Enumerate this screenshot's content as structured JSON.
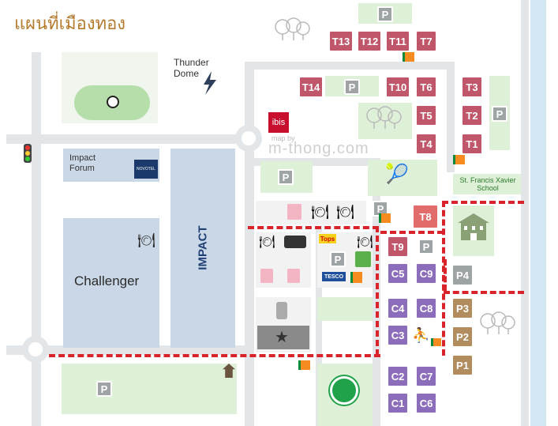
{
  "title": "แผนที่เมืองทอง",
  "watermark": {
    "line1": "map by",
    "line2": "m-thong.com"
  },
  "places": {
    "thunder_dome": "Thunder Dome",
    "impact_forum": "Impact Forum",
    "novotel": "NOVOTEL",
    "challenger": "Challenger",
    "impact": "IMPACT",
    "ibis": "ibis",
    "st_francis": "St. Francis Xavier School",
    "tops": "Tops",
    "tesco": "TESCO"
  },
  "parking_label": "P",
  "tiles": {
    "t13": "T13",
    "t12": "T12",
    "t11": "T11",
    "t7": "T7",
    "t14": "T14",
    "t10": "T10",
    "t6": "T6",
    "t3": "T3",
    "t5": "T5",
    "t2": "T2",
    "t4": "T4",
    "t1": "T1",
    "t8": "T8",
    "t9": "T9",
    "c5": "C5",
    "c9": "C9",
    "c4": "C4",
    "c8": "C8",
    "c3": "C3",
    "c2": "C2",
    "c7": "C7",
    "c1": "C1",
    "c6": "C6",
    "p4": "P4",
    "p3": "P3",
    "p2": "P2",
    "p1": "P1"
  },
  "colors": {
    "condo_t": "#c0566a",
    "condo_c": "#8b6dbb",
    "parking_p": "#b08c5e",
    "route": "#d8232a",
    "title": "#b47a2e"
  }
}
